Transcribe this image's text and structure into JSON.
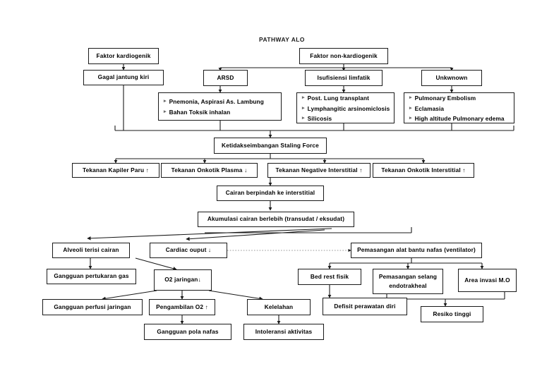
{
  "title": "PATHWAY ALO",
  "nodes": {
    "faktor_kardiogenik": "Faktor kardiogenik",
    "gagal_jantung_kiri": "Gagal jantung kiri",
    "faktor_non_kardiogenik": "Faktor non-kardiogenik",
    "arsd": "ARSD",
    "isufisiensi_limfatik": "Isufisiensi limfatik",
    "unkwnown": "Unkwnown",
    "ketidakseimbangan": "Ketidakseimbangan Staling Force",
    "tekanan_kapiler_paru": "Tekanan Kapiler Paru ↑",
    "tekanan_onkotik_plasma": "Tekanan Onkotik Plasma ↓",
    "tekanan_negative_interstitial": "Tekanan Negative Interstitial ↑",
    "tekanan_onkotik_interstitial": "Tekanan Onkotik Interstitial ↑",
    "cairan_berpindah": "Cairan berpindah ke interstitial",
    "akumulasi_cairan": "Akumulasi cairan berlebih (transudat / eksudat)",
    "alveoli_terisi_cairan": "Alveoli terisi cairan",
    "cardiac_ouput": "Cardiac ouput ↓",
    "pemasangan_ventilator": "Pemasangan alat bantu nafas (ventilator)",
    "gangguan_pertukaran_gas": "Gangguan pertukaran gas",
    "o2_jaringan": "O2 jaringan↓",
    "bed_rest_fisik": "Bed rest fisik",
    "pemasangan_selang_line1": "Pemasangan selang",
    "pemasangan_selang_line2": "endotrakheal",
    "area_invasi": "Area invasi  M.O",
    "gangguan_perfusi_jaringan": "Gangguan perfusi jaringan",
    "pengambilan_o2": "Pengambilan O2 ↑",
    "kelelahan": "Kelelahan",
    "defisit_perawatan_diri": "Defisit perawatan diri",
    "resiko_tinggi": "Resiko tinggi",
    "gangguan_pola_nafas": "Gangguan pola nafas",
    "intoleransi_aktivitas": "Intoleransi aktivitas"
  },
  "lists": {
    "arsd_causes": [
      "Pnemonia, Aspirasi As. Lambung",
      "Bahan Toksik inhalan"
    ],
    "limfatik_causes": [
      "Post. Lung transplant",
      "Lymphangitic arsinomiclosis",
      "Silicosis"
    ],
    "unknown_causes": [
      "Pulmonary Embolism",
      "Eclamasia",
      "High altitude Pulmonary edema"
    ]
  },
  "style": {
    "line_color": "#1a1a1a",
    "box_border": "#1a1a1a",
    "background": "#ffffff",
    "bullet_color": "#6b6b6b"
  }
}
